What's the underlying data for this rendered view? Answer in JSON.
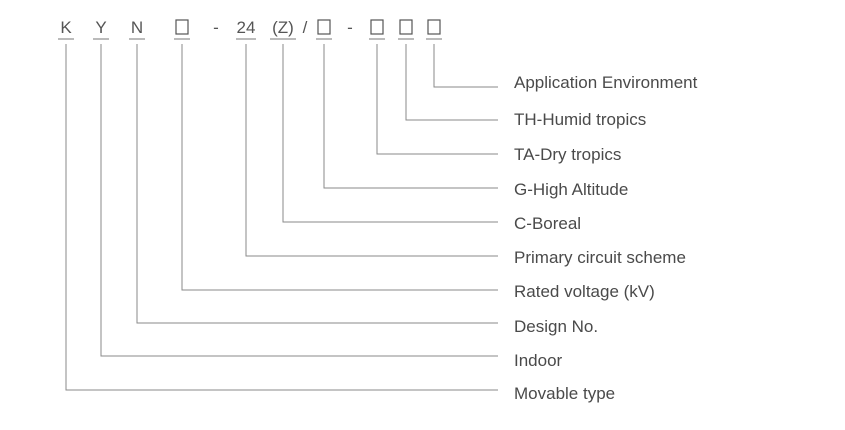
{
  "code": {
    "k": "K",
    "y": "Y",
    "n": "N",
    "dash1": "-",
    "rating": "24",
    "variant": "(Z)",
    "slash": "/",
    "dash2": "-"
  },
  "labels": {
    "application_environment": "Application Environment",
    "humid_tropics": "TH-Humid tropics",
    "dry_tropics": "TA-Dry tropics",
    "high_altitude": "G-High Altitude",
    "boreal": "C-Boreal",
    "primary_circuit": "Primary circuit scheme",
    "rated_voltage": "Rated voltage (kV)",
    "design_no": "Design No.",
    "indoor": "Indoor",
    "movable_type": "Movable type"
  }
}
